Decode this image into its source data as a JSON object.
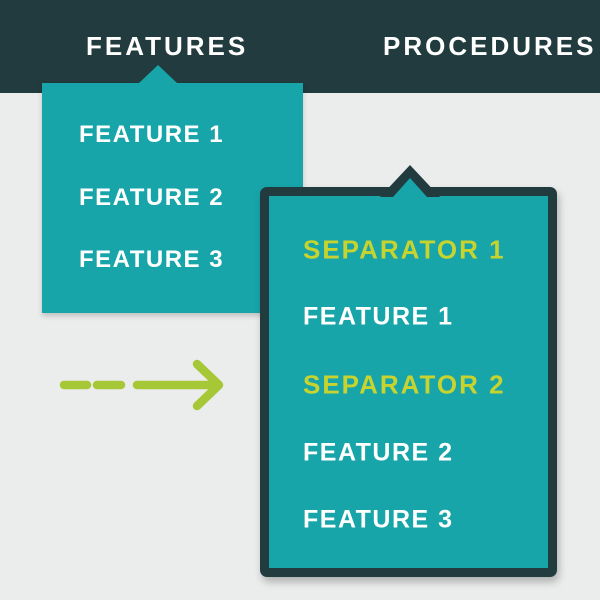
{
  "menubar": {
    "items": [
      {
        "label": "FEATURES",
        "active": true
      },
      {
        "label": "PROCEDURES",
        "active": false
      }
    ]
  },
  "dropdown_simple": {
    "items": [
      {
        "label": "FEATURE 1"
      },
      {
        "label": "FEATURE 2"
      },
      {
        "label": "FEATURE 3"
      }
    ]
  },
  "dropdown_with_separators": {
    "items": [
      {
        "label": "SEPARATOR 1",
        "type": "separator"
      },
      {
        "label": "FEATURE 1",
        "type": "feature"
      },
      {
        "label": "SEPARATOR 2",
        "type": "separator"
      },
      {
        "label": "FEATURE 2",
        "type": "feature"
      },
      {
        "label": "FEATURE 3",
        "type": "feature"
      }
    ]
  },
  "arrow": {
    "icon": "dashed-arrow-right"
  },
  "colors": {
    "menubar_bg": "#213b3e",
    "dropdown_bg": "#17a5a9",
    "canvas_bg": "#ebecec",
    "item_text": "#ffffff",
    "separator_text": "#c7d32f",
    "arrow": "#a7c836",
    "border": "#213b3e"
  }
}
